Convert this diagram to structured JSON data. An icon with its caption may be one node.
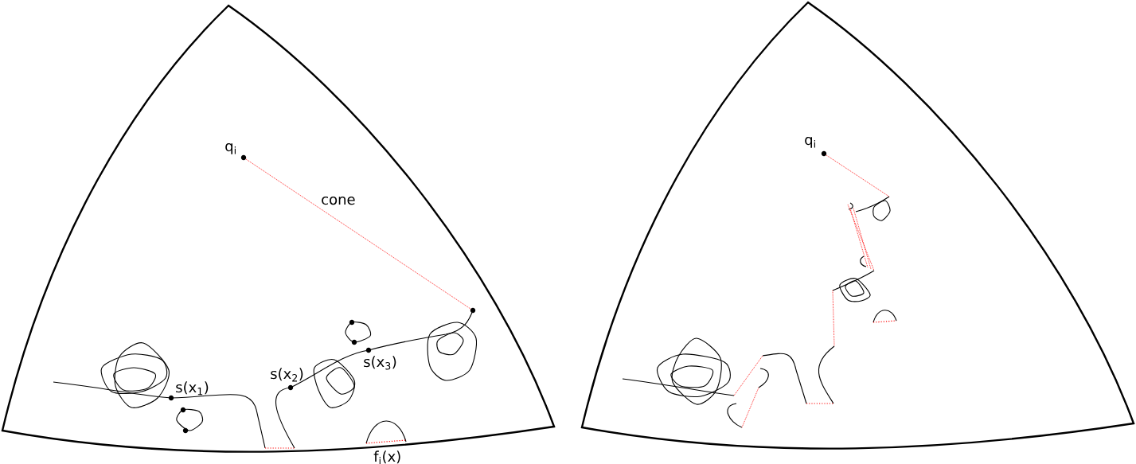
{
  "diagram": {
    "labels": [
      "q$_{i}$",
      "cone",
      "s(x$_{1}$)",
      "s(x$_{2}$)",
      "s(x$_{3}$)",
      "f$_{i}$(x)",
      "q$_{i}$"
    ]
  }
}
